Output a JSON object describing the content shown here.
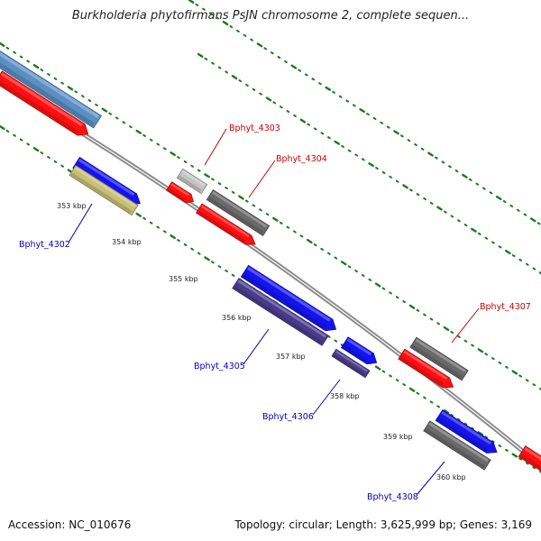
{
  "title": "Burkholderia phytofirmans PsJN chromosome 2, complete sequen...",
  "footer": {
    "accession": "Accession: NC_010676",
    "topology": "Topology: circular; Length: 3,625,999 bp; Genes: 3,169"
  },
  "colors": {
    "backbone": "#8a8a8a",
    "tick_dots": "#1a7a1a",
    "gene_label_forward": "#cc0000",
    "gene_label_reverse": "#0000bb",
    "red": "#ff1010",
    "blue": "#1414f0",
    "grey": "#6a6a6a",
    "light_grey": "#c4c4c4",
    "steel_blue": "#5b8fc4",
    "khaki": "#c8bf78",
    "slate_purple": "#4a3c8c"
  },
  "tick_labels": [
    {
      "text": "353 kbp"
    },
    {
      "text": "354 kbp"
    },
    {
      "text": "355 kbp"
    },
    {
      "text": "356 kbp"
    },
    {
      "text": "357 kbp"
    },
    {
      "text": "358 kbp"
    },
    {
      "text": "359 kbp"
    },
    {
      "text": "360 kbp"
    }
  ],
  "gene_labels": [
    {
      "name": "gene-label-bphyt-4303",
      "text": "Bphyt_4303",
      "strand": "forward"
    },
    {
      "name": "gene-label-bphyt-4304",
      "text": "Bphyt_4304",
      "strand": "forward"
    },
    {
      "name": "gene-label-bphyt-4307",
      "text": "Bphyt_4307",
      "strand": "forward"
    },
    {
      "name": "gene-label-bphyt-4302",
      "text": "Bphyt_4302",
      "strand": "reverse"
    },
    {
      "name": "gene-label-bphyt-4305",
      "text": "Bphyt_4305",
      "strand": "reverse"
    },
    {
      "name": "gene-label-bphyt-4306",
      "text": "Bphyt_4306",
      "strand": "reverse"
    },
    {
      "name": "gene-label-bphyt-4308",
      "text": "Bphyt_4308",
      "strand": "reverse"
    }
  ],
  "gene_features": [
    {
      "name": "feature-steel-blue-top",
      "color": "steel_blue"
    },
    {
      "name": "feature-red-top-left",
      "color": "red"
    },
    {
      "name": "feature-blue-4302-area",
      "color": "blue"
    },
    {
      "name": "feature-khaki-4302",
      "color": "khaki"
    },
    {
      "name": "feature-light-grey-4303",
      "color": "light_grey"
    },
    {
      "name": "feature-red-4303",
      "color": "red"
    },
    {
      "name": "feature-grey-4304",
      "color": "grey"
    },
    {
      "name": "feature-red-4304",
      "color": "red"
    },
    {
      "name": "feature-blue-4305",
      "color": "blue"
    },
    {
      "name": "feature-purple-4305",
      "color": "slate_purple"
    },
    {
      "name": "feature-blue-4306",
      "color": "blue"
    },
    {
      "name": "feature-purple-4306",
      "color": "slate_purple"
    },
    {
      "name": "feature-grey-4307",
      "color": "grey"
    },
    {
      "name": "feature-red-4307",
      "color": "red"
    },
    {
      "name": "feature-blue-4308",
      "color": "blue"
    },
    {
      "name": "feature-grey-4308",
      "color": "grey"
    },
    {
      "name": "feature-red-right-edge",
      "color": "red"
    }
  ]
}
